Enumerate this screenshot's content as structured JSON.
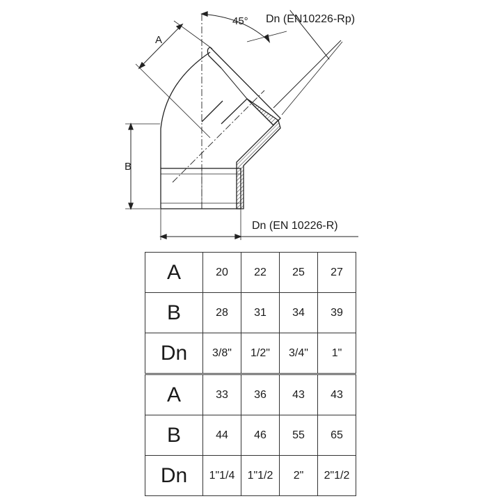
{
  "drawing": {
    "dim_a": "A",
    "dim_b": "B",
    "angle": "45°",
    "dn_top": "Dn (EN10226-Rp)",
    "dn_bottom": "Dn (EN 10226-R)"
  },
  "tables": [
    {
      "rows": [
        {
          "key": "A",
          "values": [
            "20",
            "22",
            "25",
            "27"
          ]
        },
        {
          "key": "B",
          "values": [
            "28",
            "31",
            "34",
            "39"
          ]
        },
        {
          "key": "Dn",
          "values": [
            "3/8\"",
            "1/2\"",
            "3/4\"",
            "1\""
          ]
        }
      ]
    },
    {
      "rows": [
        {
          "key": "A",
          "values": [
            "33",
            "36",
            "43",
            "43"
          ]
        },
        {
          "key": "B",
          "values": [
            "44",
            "46",
            "55",
            "65"
          ]
        },
        {
          "key": "Dn",
          "values": [
            "1\"1/4",
            "1\"1/2",
            "2\"",
            "2\"1/2"
          ]
        }
      ]
    }
  ]
}
